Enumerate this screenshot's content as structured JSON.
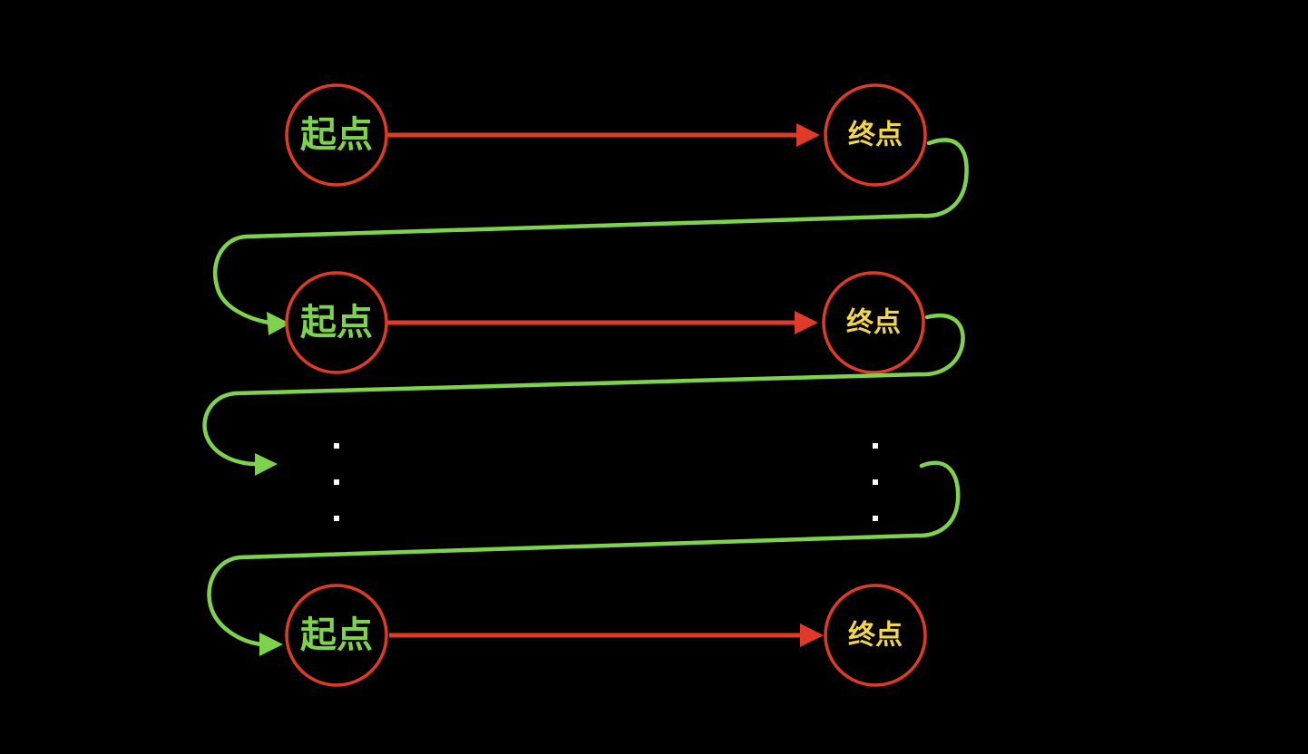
{
  "diagram": {
    "background": "#000000",
    "colors": {
      "ring": "#E03A28",
      "arrow": "#E03A28",
      "loop": "#7FD24E",
      "start_text": "#7FD24E",
      "end_text": "#F2D64B",
      "ellipsis": "#FFFFFF"
    },
    "rows": [
      {
        "start_label": "起点",
        "end_label": "终点"
      },
      {
        "start_label": "起点",
        "end_label": "终点"
      },
      {
        "start_label": "起点",
        "end_label": "终点"
      }
    ]
  }
}
